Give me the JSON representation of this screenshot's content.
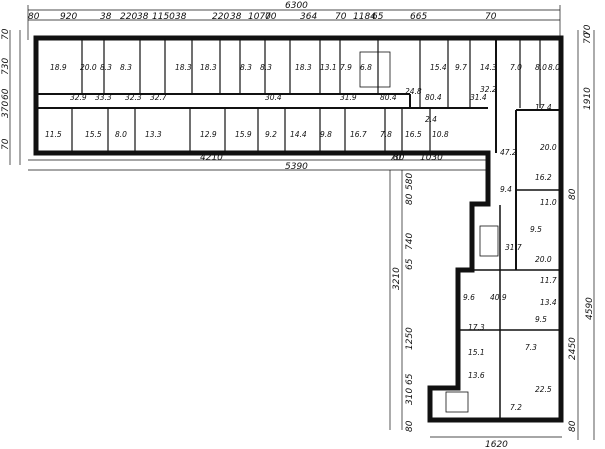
{
  "dimensions": {
    "top": {
      "overall": "6300",
      "segments": [
        "80",
        "920",
        "38",
        "220",
        "38",
        "1150",
        "38",
        "220",
        "38",
        "1070",
        "70",
        "364",
        "70",
        "1184",
        "65",
        "665",
        "70"
      ]
    },
    "bottom": {
      "overall": "5390",
      "partial": "4210",
      "segments": [
        "80",
        "70",
        "1030"
      ]
    },
    "left_top": [
      "70",
      "730",
      "60",
      "370",
      "70"
    ],
    "right_top": [
      "70",
      "70",
      "1910"
    ],
    "right_wing": [
      "4590",
      "2450",
      "80",
      "80"
    ],
    "left_wing": [
      "580",
      "80",
      "740",
      "65",
      "1250",
      "3210",
      "65",
      "310",
      "80"
    ],
    "bottom_wing": "1620"
  },
  "rooms": {
    "north": [
      "18.9",
      "20.0",
      "8.3",
      "8.3",
      "18.3",
      "18.3",
      "8.3",
      "8.3",
      "18.3",
      "13.1",
      "7.9",
      "6.8",
      "15.4",
      "9.7",
      "14.3",
      "7.0",
      "8.0",
      "8.0"
    ],
    "south": [
      "11.5",
      "15.5",
      "8.0",
      "13.3",
      "12.9",
      "15.9",
      "9.2",
      "14.4",
      "9.8",
      "16.7",
      "7.8",
      "16.5",
      "10.8"
    ],
    "small_tags": [
      "32.9",
      "33.3",
      "32.3",
      "32.7",
      "30.4",
      "31.9",
      "80.4",
      "24.8",
      "80.4",
      "31.4",
      "32.2",
      "47.2",
      "2.4"
    ],
    "wing": [
      "17.4",
      "20.0",
      "16.2",
      "9.4",
      "11.0",
      "9.5",
      "31.7",
      "20.0",
      "11.7",
      "9.6",
      "40.9",
      "13.4",
      "9.5",
      "17.3",
      "7.3",
      "15.1",
      "13.6",
      "22.5",
      "7.2"
    ]
  }
}
